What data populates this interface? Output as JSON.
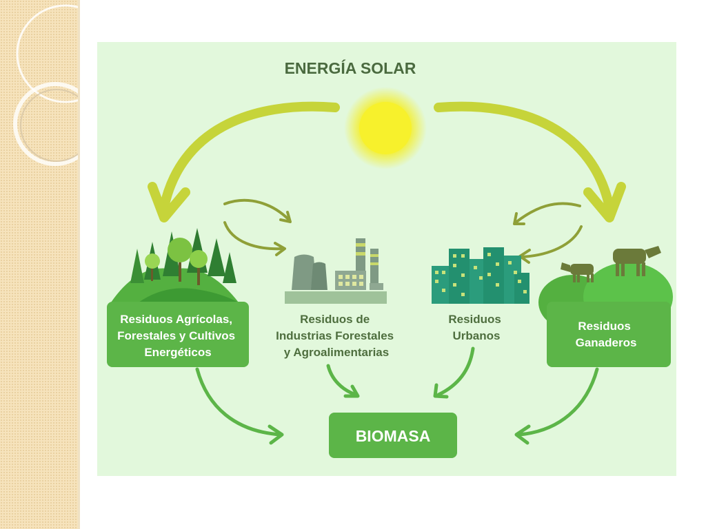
{
  "title": "ENERGÍA SOLAR",
  "boxes": {
    "agricolas": [
      "Residuos Agrícolas,",
      "Forestales y Cultivos",
      "Energéticos"
    ],
    "industrias": [
      "Residuos de",
      "Industrias Forestales",
      "y Agroalimentarias"
    ],
    "urbanos": [
      "Residuos",
      "Urbanos"
    ],
    "ganaderos": [
      "Residuos",
      "Ganaderos"
    ]
  },
  "biomasa": "BIOMASA",
  "colors": {
    "background": "#e2f8dc",
    "box_green": "#5cb548",
    "sun": "#f4ee2a",
    "arrow_solar": "#c6d43a",
    "arrow_cycle": "#8fa038",
    "arrow_flow": "#5cb548",
    "building_teal": "#2b9c7c",
    "factory_gray": "#7f9a84"
  },
  "icons": [
    "sun-icon",
    "trees-icon",
    "factory-icon",
    "city-buildings-icon",
    "cows-icon"
  ]
}
